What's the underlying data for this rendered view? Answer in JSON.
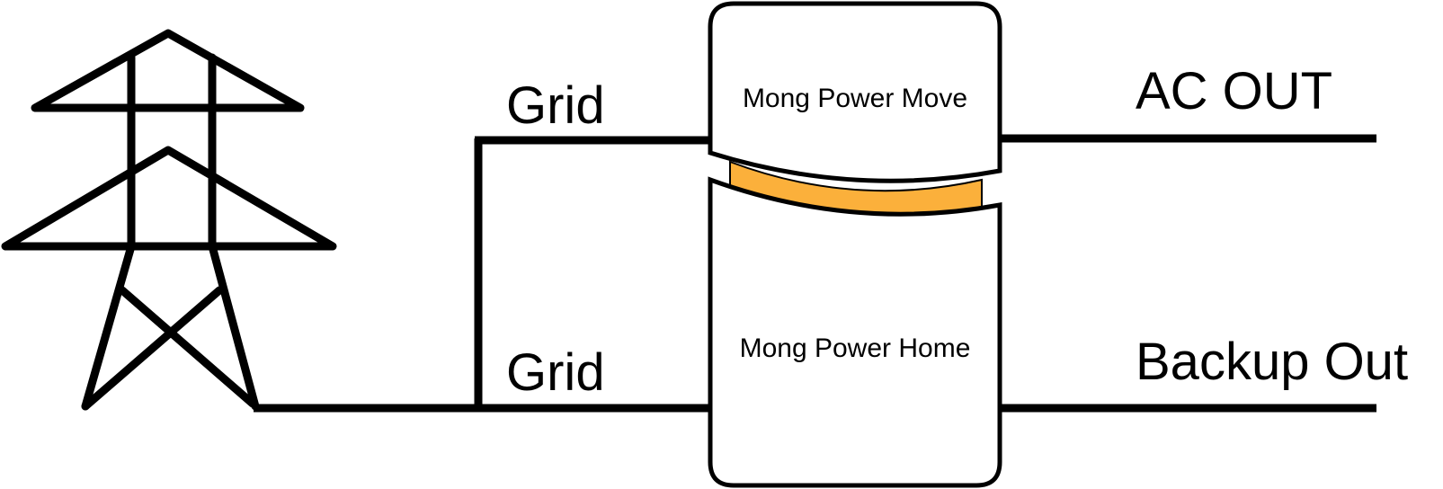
{
  "diagram": {
    "grid_label_top": "Grid",
    "grid_label_bottom": "Grid",
    "device_top_label": "Mong Power Move",
    "device_bottom_label": "Mong Power Home",
    "output_top_label": "AC OUT",
    "output_bottom_label": "Backup Out",
    "icons": {
      "tower": "transmission-tower-icon"
    },
    "colors": {
      "line": "#000000",
      "connector": "#fbb03b",
      "background": "#ffffff"
    }
  }
}
